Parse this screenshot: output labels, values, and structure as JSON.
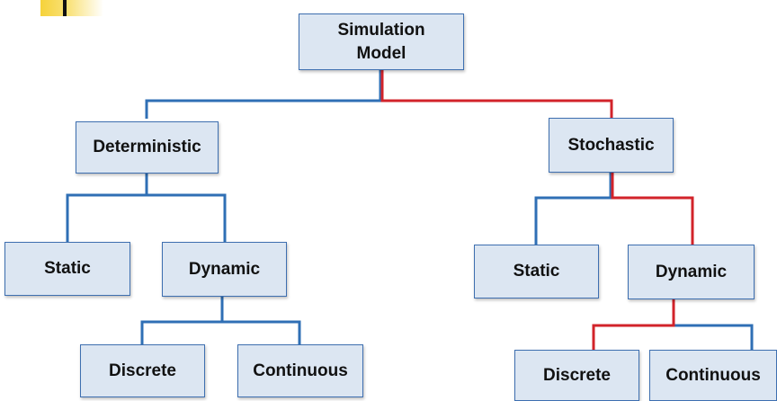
{
  "diagram": {
    "root": {
      "label": "Simulation\nModel"
    },
    "left": {
      "label": "Deterministic",
      "static": "Static",
      "dynamic": "Dynamic",
      "discrete": "Discrete",
      "continuous": "Continuous"
    },
    "right": {
      "label": "Stochastic",
      "static": "Static",
      "dynamic": "Dynamic",
      "discrete": "Discrete",
      "continuous": "Continuous"
    },
    "colors": {
      "node_fill": "#dce6f2",
      "node_border": "#3e6fb0",
      "edge_default": "#2f6fb5",
      "edge_highlight": "#d2232a",
      "logo_accent": "#f6d23a"
    }
  }
}
